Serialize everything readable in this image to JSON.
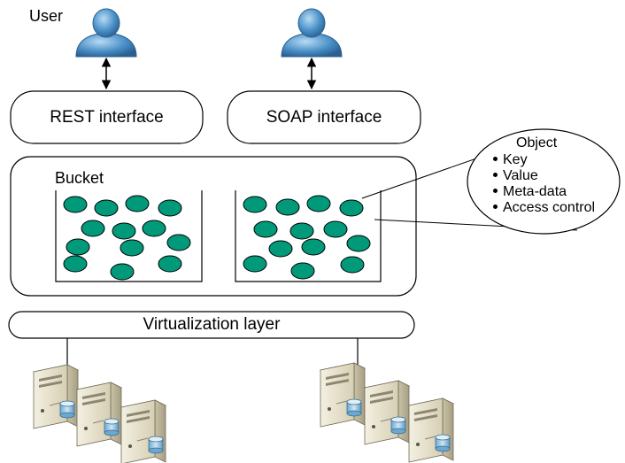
{
  "labels": {
    "user": "User",
    "rest": "REST interface",
    "soap": "SOAP interface",
    "bucket": "Bucket",
    "virtualization": "Virtualization layer",
    "object_title": "Object"
  },
  "object_fields": [
    "Key",
    "Value",
    "Meta-data",
    "Access control"
  ],
  "icons": {
    "user": "user-icon",
    "server": "server-icon",
    "disk": "database-disk-icon",
    "object": "object-blob"
  },
  "colors": {
    "user_icon": "#4a90c8",
    "object_fill": "#009a7a",
    "server_body": "#e8e2cc",
    "disk": "#9ecbe8"
  }
}
